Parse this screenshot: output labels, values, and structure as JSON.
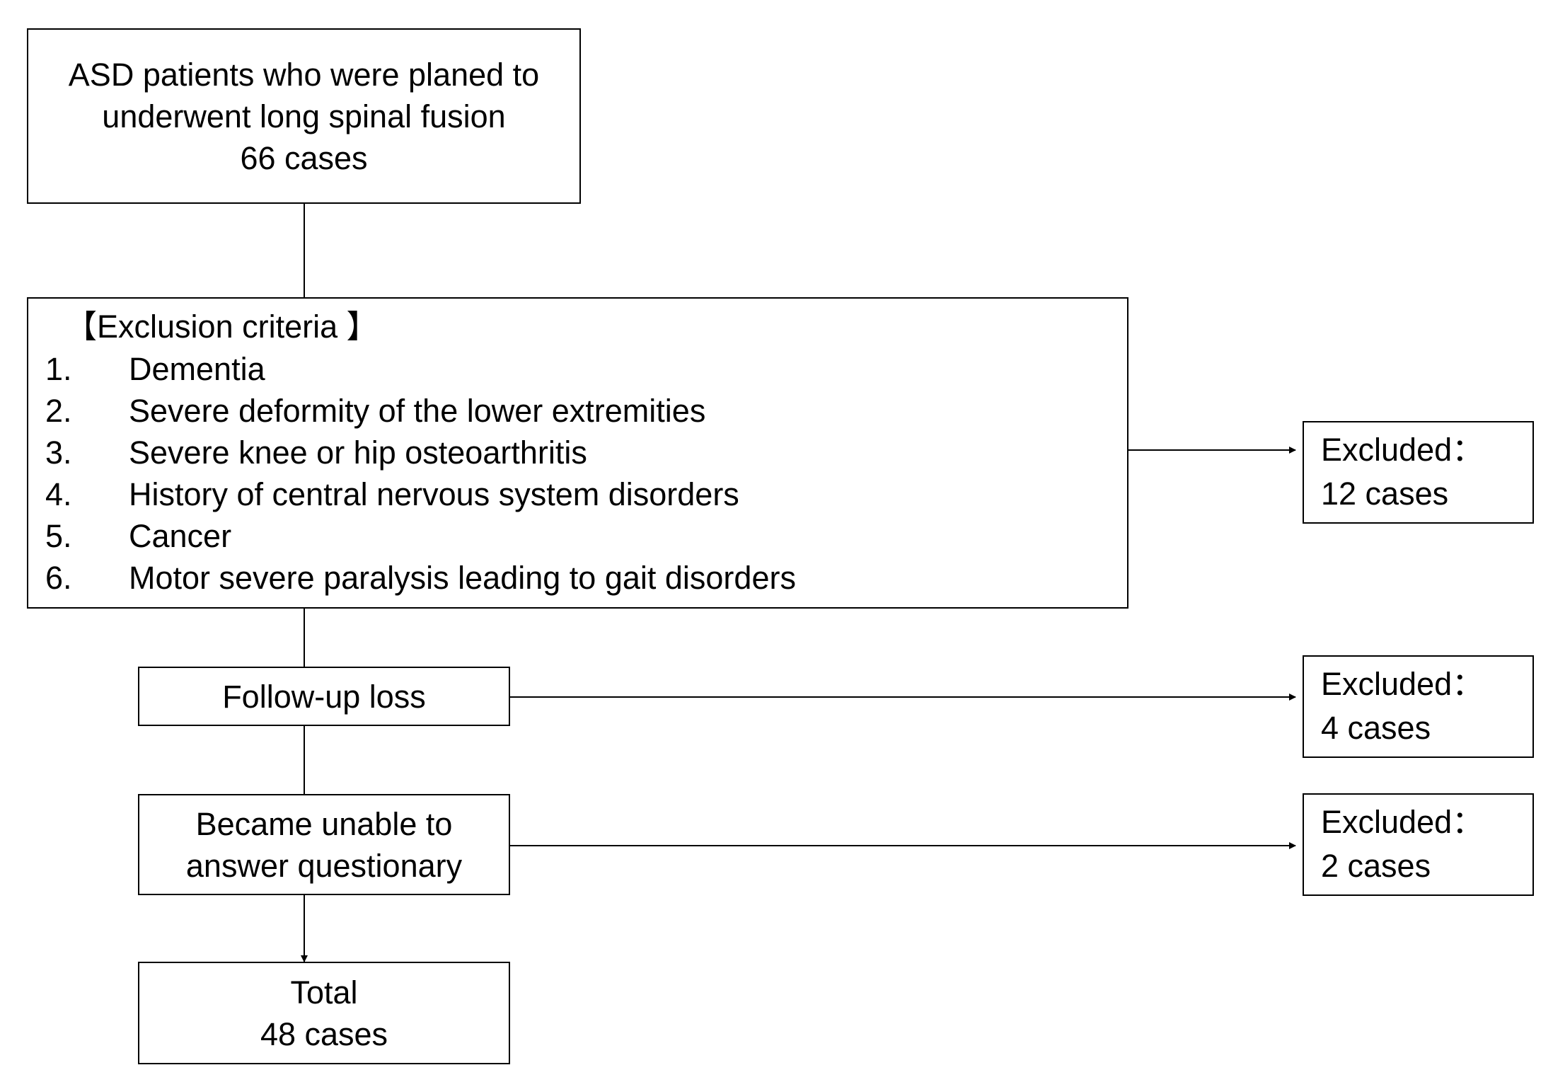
{
  "start_box": {
    "lines": [
      "ASD patients who were planed to",
      "underwent long spinal fusion",
      "66 cases"
    ]
  },
  "exclusion_criteria": {
    "title": "【Exclusion criteria 】",
    "items": [
      {
        "num": "1.",
        "text": "Dementia"
      },
      {
        "num": "2.",
        "text": "Severe deformity of the lower extremities"
      },
      {
        "num": "3.",
        "text": "Severe knee or hip osteoarthritis"
      },
      {
        "num": "4.",
        "text": "History of central nervous system disorders"
      },
      {
        "num": "5.",
        "text": "Cancer"
      },
      {
        "num": "6.",
        "text": "Motor severe paralysis leading to gait disorders"
      }
    ]
  },
  "follow_up_box": {
    "label": "Follow-up loss"
  },
  "unable_box": {
    "lines": [
      "Became unable to",
      "answer questionary"
    ]
  },
  "total_box": {
    "lines": [
      "Total",
      "48 cases"
    ]
  },
  "excluded_boxes": [
    {
      "label": "Excluded：",
      "count": "12 cases"
    },
    {
      "label": "Excluded：",
      "count": "4 cases"
    },
    {
      "label": "Excluded：",
      "count": "2 cases"
    }
  ]
}
